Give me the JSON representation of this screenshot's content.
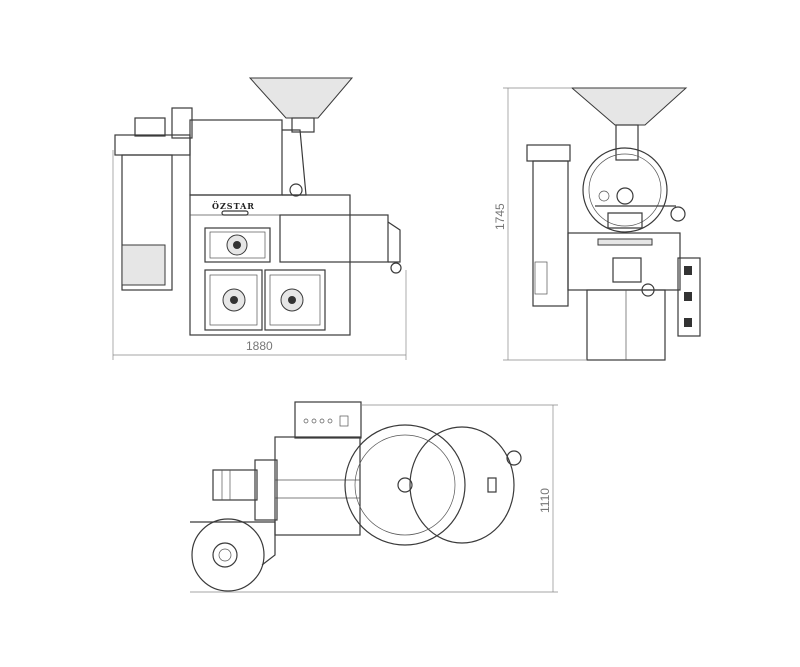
{
  "brand": "ÖZSTAR",
  "dimensions": {
    "front_width": "1880",
    "side_height": "1745",
    "top_depth": "1110"
  }
}
